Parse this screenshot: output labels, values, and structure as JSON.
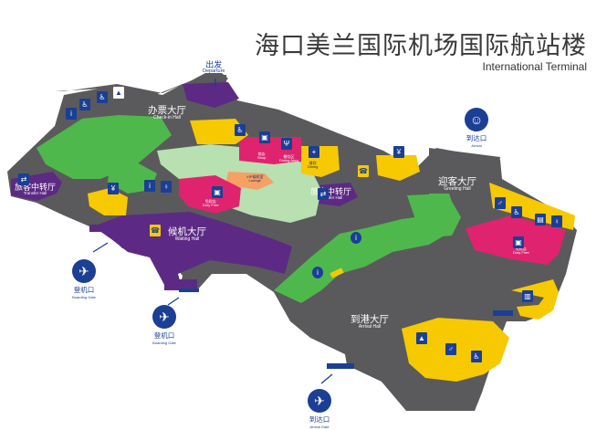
{
  "map_title": "海口美兰国际机场国际航站楼",
  "map_subtitle": "International Terminal",
  "departure": {
    "zh": "出发",
    "en": "Departure"
  },
  "areas": {
    "checkin": {
      "zh": "办票大厅",
      "en": "Check-in Hall"
    },
    "transfer_left": {
      "zh": "旅客中转厅",
      "en": "Transfer Hall"
    },
    "waiting": {
      "zh": "候机大厅",
      "en": "Waiting Hall"
    },
    "transfer_mid": {
      "zh": "旅客中转厅",
      "en": "Transfer Hall"
    },
    "greeting": {
      "zh": "迎客大厅",
      "en": "Greeting Hall"
    },
    "arrival": {
      "zh": "到港大厅",
      "en": "Arrival Hall"
    }
  },
  "gates": {
    "left": {
      "zh": "登机口",
      "en": "Boarding Gate"
    },
    "middle": {
      "zh": "登机口",
      "en": "Boarding Gate"
    },
    "top_arrival": {
      "zh": "到达口",
      "en": "Arrival"
    },
    "bottom_arrival": {
      "zh": "到达口",
      "en": "Arrival Gate"
    }
  },
  "shops": {
    "duty_free_left": {
      "zh": "免税店",
      "en": "Duty Free"
    },
    "duty_free_right": {
      "zh": "免税店",
      "en": "Duty Free"
    },
    "shop": {
      "zh": "商店",
      "en": "Shop"
    },
    "dining_1": {
      "zh": "餐饮区",
      "en": "Dining Area"
    },
    "dining_2": {
      "zh": "餐饮",
      "en": "Dining"
    },
    "lounge": {
      "zh": "VIP候机室",
      "en": "Lounge"
    }
  },
  "colors": {
    "floor": "#5a5a5c",
    "purple": "#5c2a84",
    "green": "#4fb84c",
    "light_green": "#b8e0b0",
    "magenta": "#e0236e",
    "yellow": "#f7c900",
    "orange": "#f5a064",
    "navy": "#1b3f94"
  }
}
